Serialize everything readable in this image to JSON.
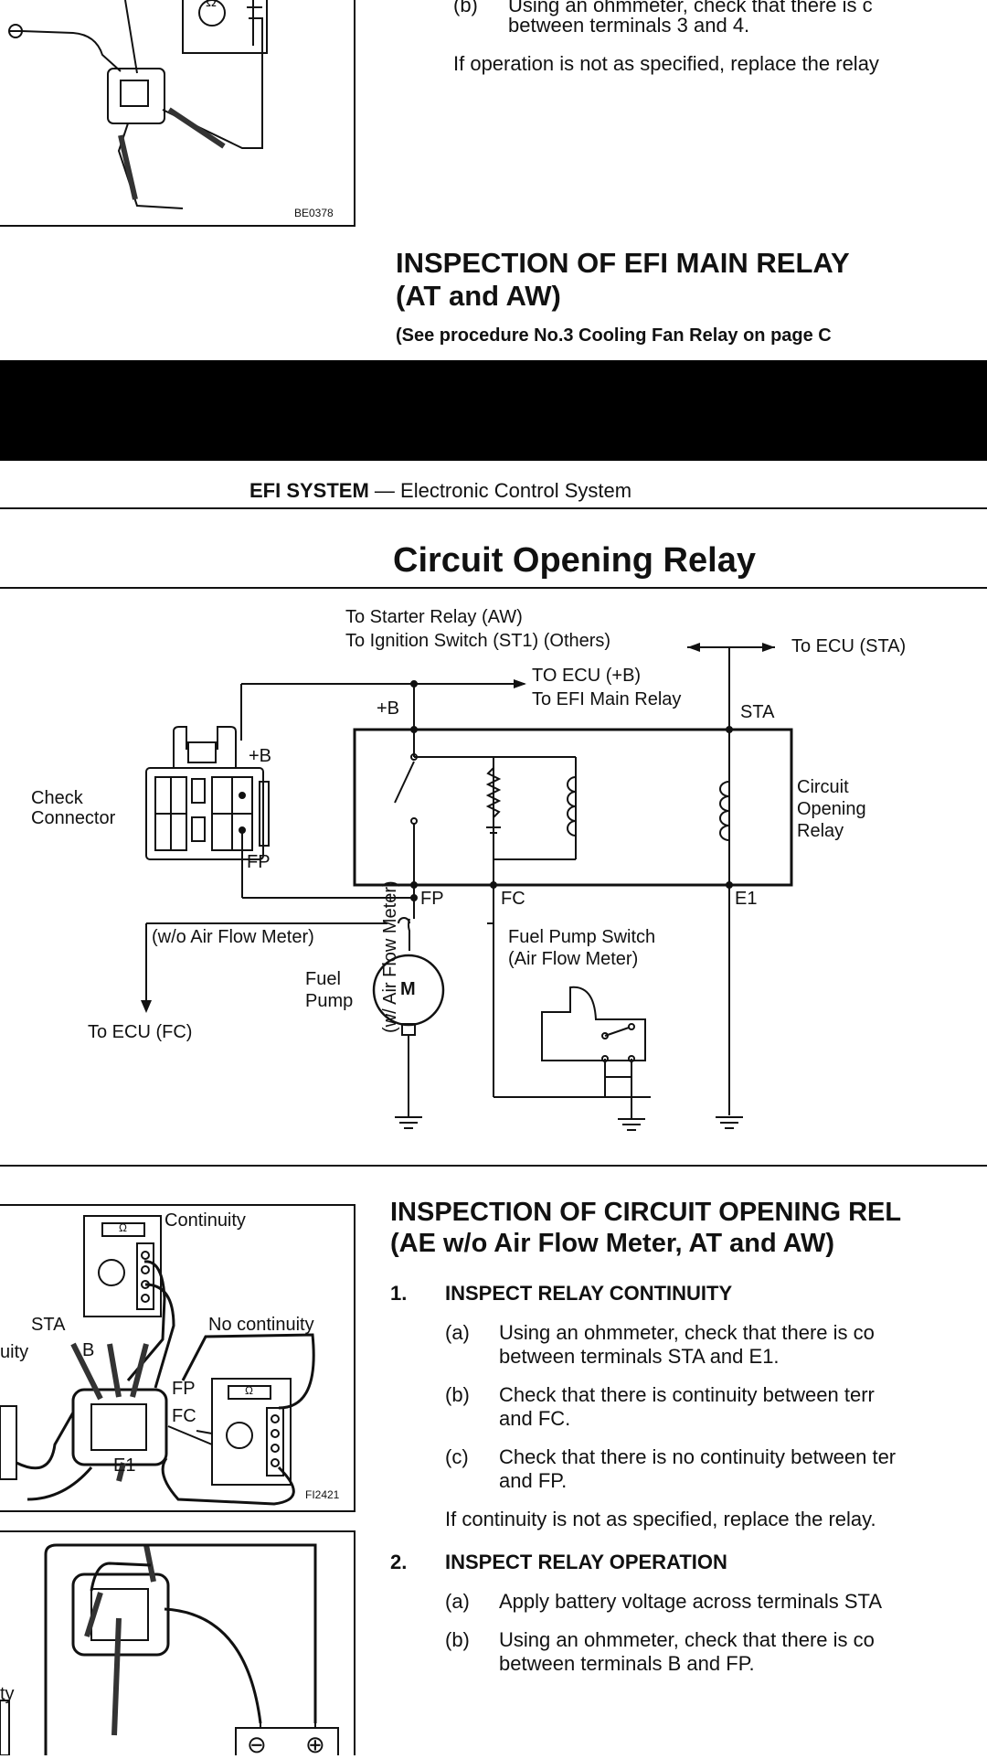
{
  "top": {
    "step_b_marker": "(b)",
    "step_b_line1": "Using an ohmmeter, check that there is c",
    "step_b_line2": "between terminals 3 and 4.",
    "note": "If operation is not as specified, replace the relay",
    "figure_code": "BE0378",
    "ohm_symbol": "Ω"
  },
  "efi_main_relay": {
    "heading_line1": "INSPECTION OF EFI MAIN RELAY",
    "heading_line2": "(AT and AW)",
    "reference": "(See procedure No.3 Cooling Fan Relay on page C"
  },
  "page_header": {
    "bold": "EFI SYSTEM",
    "rest": " — Electronic Control System"
  },
  "circuit": {
    "title": "Circuit Opening Relay",
    "starter_relay": "To Starter Relay (AW)",
    "ignition_switch": "To Ignition Switch (ST1) (Others)",
    "to_ecu_sta": "To ECU (STA)",
    "to_ecu_b": "TO ECU (+B)",
    "to_efi_main": "To EFI Main Relay",
    "plus_b": "+B",
    "sta": "STA",
    "check_connector_1": "Check",
    "check_connector_2": "Connector",
    "conn_b": "+B",
    "conn_fp": "FP",
    "relay_1": "Circuit",
    "relay_2": "Opening",
    "relay_3": "Relay",
    "fp": "FP",
    "fc": "FC",
    "e1": "E1",
    "wo_afm": "(w/o Air Flow Meter)",
    "fuel_1": "Fuel",
    "fuel_2": "Pump",
    "motor": "M",
    "to_ecu_fc": "To ECU (FC)",
    "w_afm": "(w/ Air Flow Meter)",
    "fps_1": "Fuel Pump Switch",
    "fps_2": "(Air Flow Meter)"
  },
  "figure2": {
    "continuity": "Continuity",
    "no_continuity": "No continuity",
    "partial_continuity": "uity",
    "sta": "STA",
    "b": "B",
    "fp": "FP",
    "fc": "FC",
    "e1": "E1",
    "code": "FI2421",
    "ohm": "Ω"
  },
  "figure3": {
    "partial": "ty",
    "minus": "⊖",
    "plus": "⊕"
  },
  "inspection": {
    "heading_line1": "INSPECTION OF CIRCUIT OPENING REL",
    "heading_line2": "(AE w/o Air Flow Meter, AT and AW)",
    "s1_num": "1.",
    "s1_title": "INSPECT RELAY CONTINUITY",
    "a_mark": "(a)",
    "a_line1": "Using an ohmmeter, check that there is co",
    "a_line2": "between terminals STA and E1.",
    "b_mark": "(b)",
    "b_line1": "Check that there is continuity between terr",
    "b_line2": "and FC.",
    "c_mark": "(c)",
    "c_line1": "Check that there is no continuity between ter",
    "c_line2": "and FP.",
    "note": "If continuity is not as specified, replace the relay.",
    "s2_num": "2.",
    "s2_title": "INSPECT RELAY OPERATION",
    "s2a_mark": "(a)",
    "s2a_line1": "Apply battery voltage across terminals STA",
    "s2b_mark": "(b)",
    "s2b_line1": "Using an ohmmeter, check that there is co",
    "s2b_line2": "between terminals B and FP."
  }
}
